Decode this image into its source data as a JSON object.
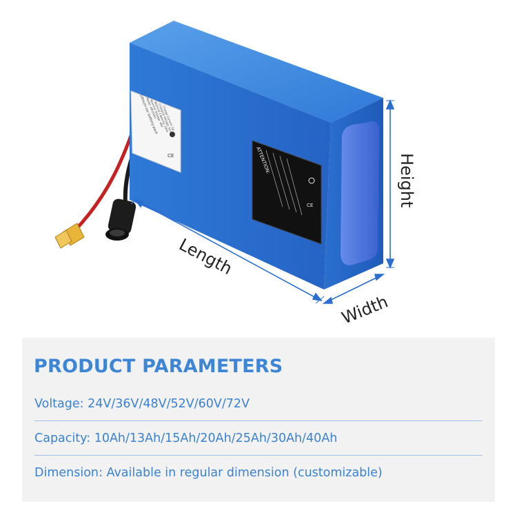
{
  "image": {
    "dimension_labels": {
      "length": "Length",
      "width": "Width",
      "height": "Height"
    },
    "label_sticker": {
      "title": "Lithium-ion battery pack",
      "lines": [
        "Model: 48V20Ah",
        "Nominal Voltage: 48V",
        "Nominal Capacity: 20Ah",
        "Charging Voltage: 54.6V",
        "Charge Current: 5A"
      ]
    },
    "warning_sticker": {
      "title": "ATTENTION:"
    },
    "colors": {
      "battery_blue": "#2f79d6",
      "battery_dark_blue": "#1d5ab8",
      "arrow_blue": "#2a6fd0",
      "connector_yellow": "#e9b43a",
      "wire_red": "#c62020"
    }
  },
  "params": {
    "title": "PRODUCT PARAMETERS",
    "rows": [
      {
        "label": "Voltage:",
        "value": "24V/36V/48V/52V/60V/72V"
      },
      {
        "label": "Capacity:",
        "value": "10Ah/13Ah/15Ah/20Ah/25Ah/30Ah/40Ah"
      },
      {
        "label": "Dimension:",
        "value": "Available in regular dimension (customizable)"
      }
    ],
    "colors": {
      "panel_bg": "#f2f2f3",
      "text_blue": "#3a82d1",
      "title_blue": "#3d86d6"
    }
  }
}
